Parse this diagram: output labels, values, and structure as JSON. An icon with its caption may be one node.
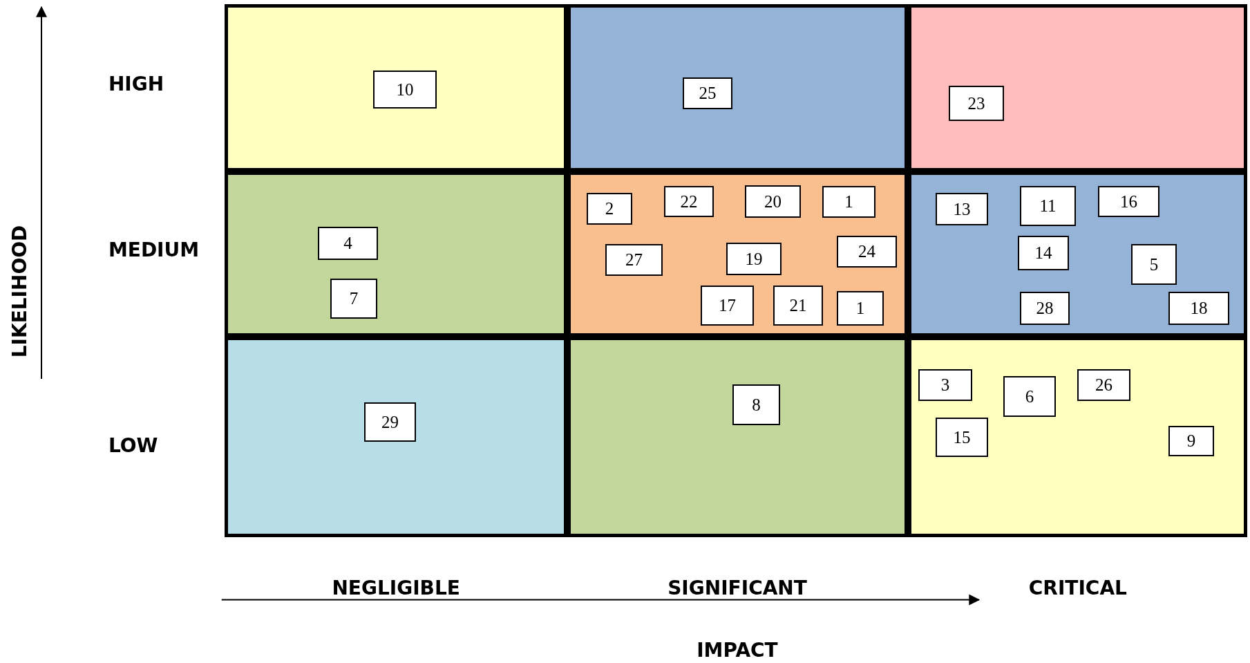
{
  "diagram": {
    "nodes": [
      {
        "text": [],
        "shape": "box"
      },
      {
        "text": [
          "10"
        ],
        "in": 0
      },
      {
        "text": [],
        "shape": "box"
      },
      {
        "text": [
          "25"
        ],
        "in": 2
      },
      {
        "text": [],
        "shape": "box"
      },
      {
        "text": [
          "23"
        ],
        "in": 4
      },
      {
        "text": [],
        "shape": "box"
      },
      {
        "text": [
          "4"
        ],
        "in": 6
      },
      {
        "text": [
          "7"
        ],
        "in": 6
      },
      {
        "text": [],
        "shape": "box"
      },
      {
        "text": [
          "2"
        ],
        "in": 9
      },
      {
        "text": [
          "22"
        ],
        "in": 9
      },
      {
        "text": [
          "20"
        ],
        "in": 9
      },
      {
        "text": [
          "1"
        ],
        "in": 9
      },
      {
        "text": [
          "27"
        ],
        "in": 9
      },
      {
        "text": [
          "19"
        ],
        "in": 9
      },
      {
        "text": [
          "24"
        ],
        "in": 9
      },
      {
        "text": [
          "17"
        ],
        "in": 9
      },
      {
        "text": [
          "21"
        ],
        "in": 9
      },
      {
        "text": [
          "1"
        ],
        "in": 9
      },
      {
        "text": [],
        "shape": "box"
      },
      {
        "text": [
          "13"
        ],
        "in": 20
      },
      {
        "text": [
          "11"
        ],
        "in": 20
      },
      {
        "text": [
          "16"
        ],
        "in": 20
      },
      {
        "text": [
          "14"
        ],
        "in": 20
      },
      {
        "text": [
          "5"
        ],
        "in": 20
      },
      {
        "text": [
          "28"
        ],
        "in": 20
      },
      {
        "text": [
          "18"
        ],
        "in": 20
      },
      {
        "text": [],
        "shape": "box"
      },
      {
        "text": [
          "29"
        ],
        "in": 28
      },
      {
        "text": [],
        "shape": "box"
      },
      {
        "text": [
          "8"
        ],
        "in": 30
      },
      {
        "text": [],
        "shape": "box"
      },
      {
        "text": [
          "3"
        ],
        "in": 32
      },
      {
        "text": [
          "6"
        ],
        "in": 32
      },
      {
        "text": [
          "26"
        ],
        "in": 32
      },
      {
        "text": [
          "15"
        ],
        "in": 32
      },
      {
        "text": [
          "9"
        ],
        "in": 32
      }
    ],
    "edges": [],
    "labels": [
      "LIKELIHOOD",
      "HIGH",
      "MEDIUM",
      "LOW",
      "NEGLIGIBLE",
      "SIGNIFICANT",
      "CRITICAL",
      "IMPACT"
    ]
  }
}
